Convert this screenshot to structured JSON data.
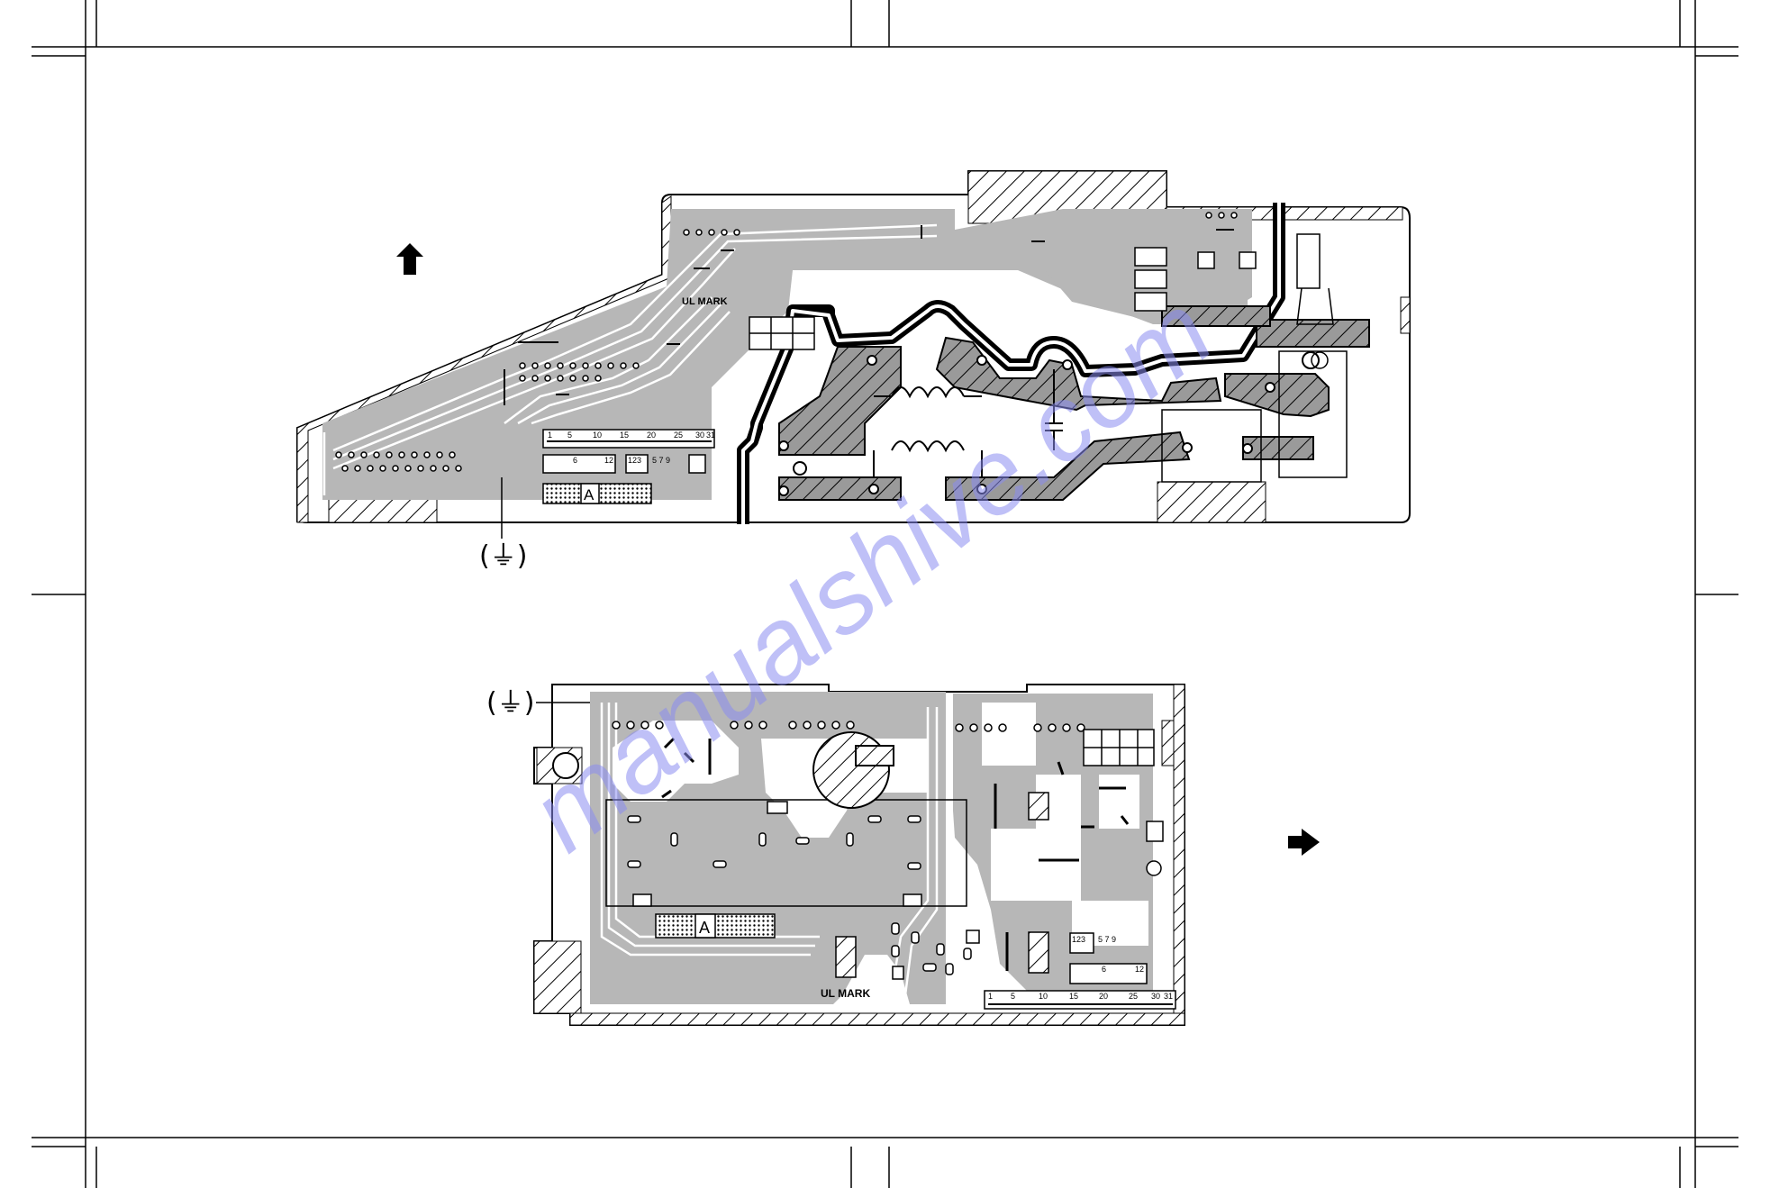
{
  "figure": {
    "watermark": "manualshive.com",
    "colors": {
      "copper": "#b7b7b7",
      "hatch": "#000000",
      "outline": "#000000",
      "watermark": "#8a8df0",
      "background": "#ffffff"
    }
  },
  "top_board": {
    "ul_mark": "UL MARK",
    "connector_letter": "A",
    "scale_long": [
      "1",
      "5",
      "10",
      "15",
      "20",
      "25",
      "30",
      "31"
    ],
    "scale_short": [
      "6",
      "12"
    ],
    "pins_label": "123",
    "pins_odd": "5 7 9",
    "ground_label": "(⏚)",
    "direction_icon": "arrow-up"
  },
  "bottom_board": {
    "ul_mark": "UL MARK",
    "connector_letter": "A",
    "scale_long": [
      "1",
      "5",
      "10",
      "15",
      "20",
      "25",
      "30",
      "31"
    ],
    "scale_short": [
      "6",
      "12"
    ],
    "pins_label": "123",
    "pins_odd": "5 7 9",
    "ground_label": "(⏚)",
    "direction_icon": "arrow-right"
  }
}
